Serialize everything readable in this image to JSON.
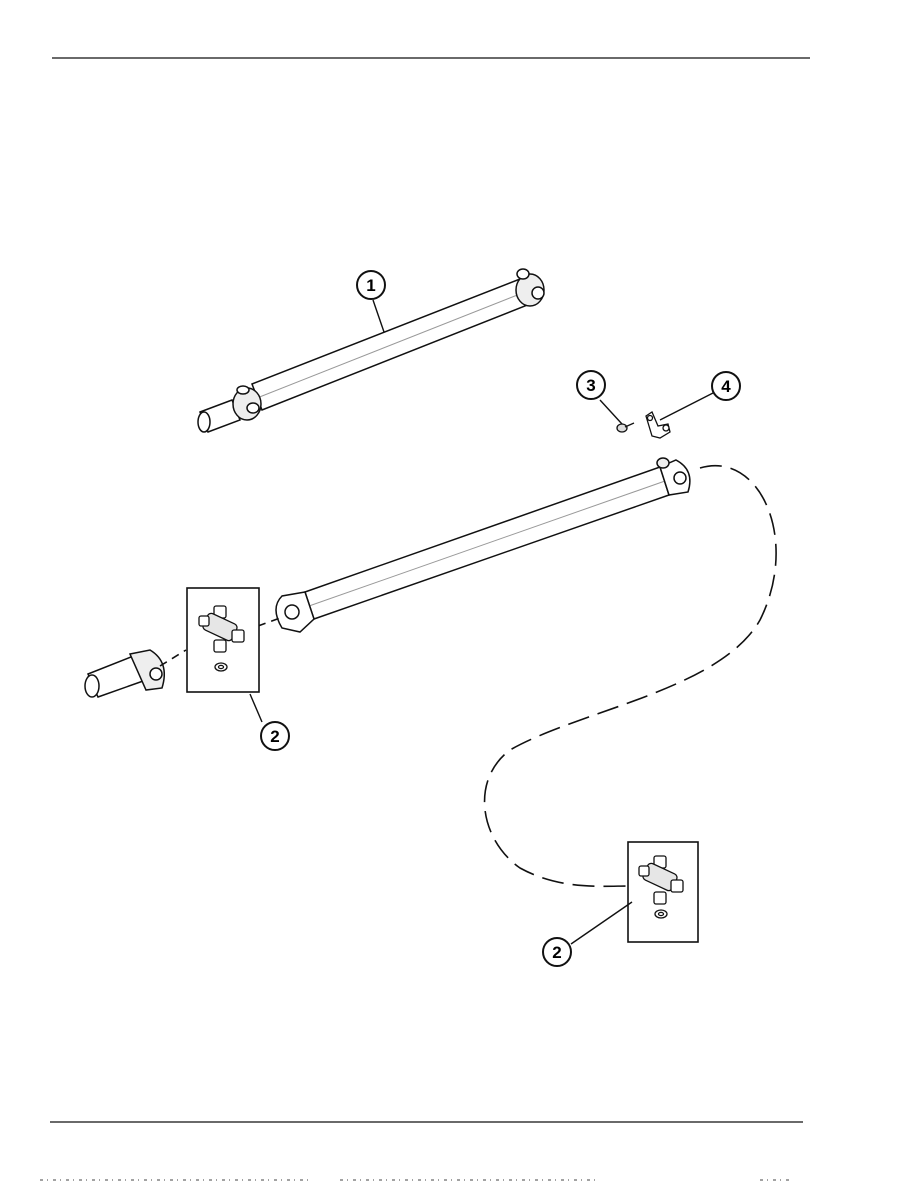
{
  "figure": {
    "callouts": [
      {
        "id": "c1",
        "label": "1"
      },
      {
        "id": "c2a",
        "label": "2"
      },
      {
        "id": "c2b",
        "label": "2"
      },
      {
        "id": "c3",
        "label": "3"
      },
      {
        "id": "c4",
        "label": "4"
      }
    ]
  },
  "colors": {
    "ink": "#111111",
    "paper": "#ffffff",
    "shade": "#cfcfcf"
  }
}
